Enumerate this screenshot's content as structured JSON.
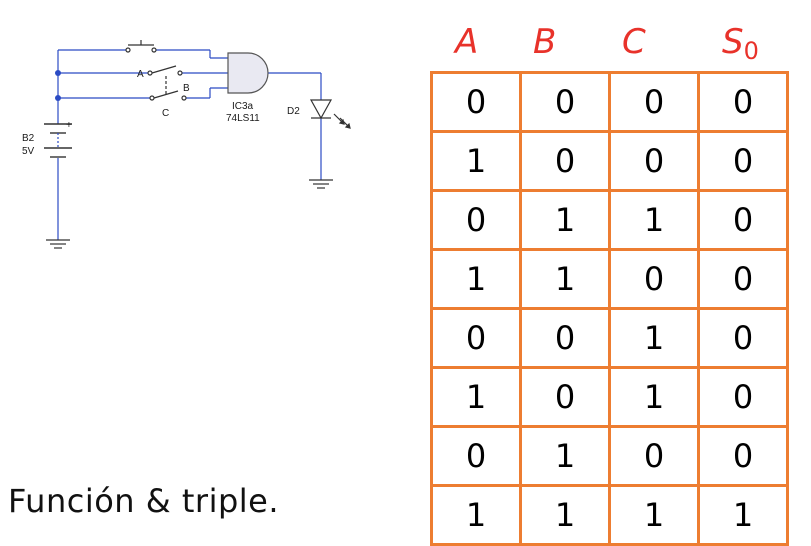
{
  "circuit": {
    "labels": {
      "switch_a": "A",
      "switch_b": "B",
      "switch_c": "C",
      "gate_ref": "IC3a",
      "gate_part": "74LS11",
      "led_ref": "D2",
      "battery_ref": "B2",
      "battery_voltage": "5V",
      "battery_plus": "+"
    },
    "icons": {
      "gate": "and-gate-icon",
      "led": "led-icon",
      "battery": "battery-icon",
      "ground": "ground-icon",
      "switch": "switch-icon"
    }
  },
  "table": {
    "headers": {
      "a": "A",
      "b": "B",
      "c": "C",
      "s_letter": "S",
      "s_sub": "0"
    },
    "rows": [
      [
        "0",
        "0",
        "0",
        "0"
      ],
      [
        "1",
        "0",
        "0",
        "0"
      ],
      [
        "0",
        "1",
        "1",
        "0"
      ],
      [
        "1",
        "1",
        "0",
        "0"
      ],
      [
        "0",
        "0",
        "1",
        "0"
      ],
      [
        "1",
        "0",
        "1",
        "0"
      ],
      [
        "0",
        "1",
        "0",
        "0"
      ],
      [
        "1",
        "1",
        "1",
        "1"
      ]
    ],
    "colors": {
      "border": "#ed7d31",
      "header": "#e8322a"
    }
  },
  "caption": "Función & triple."
}
